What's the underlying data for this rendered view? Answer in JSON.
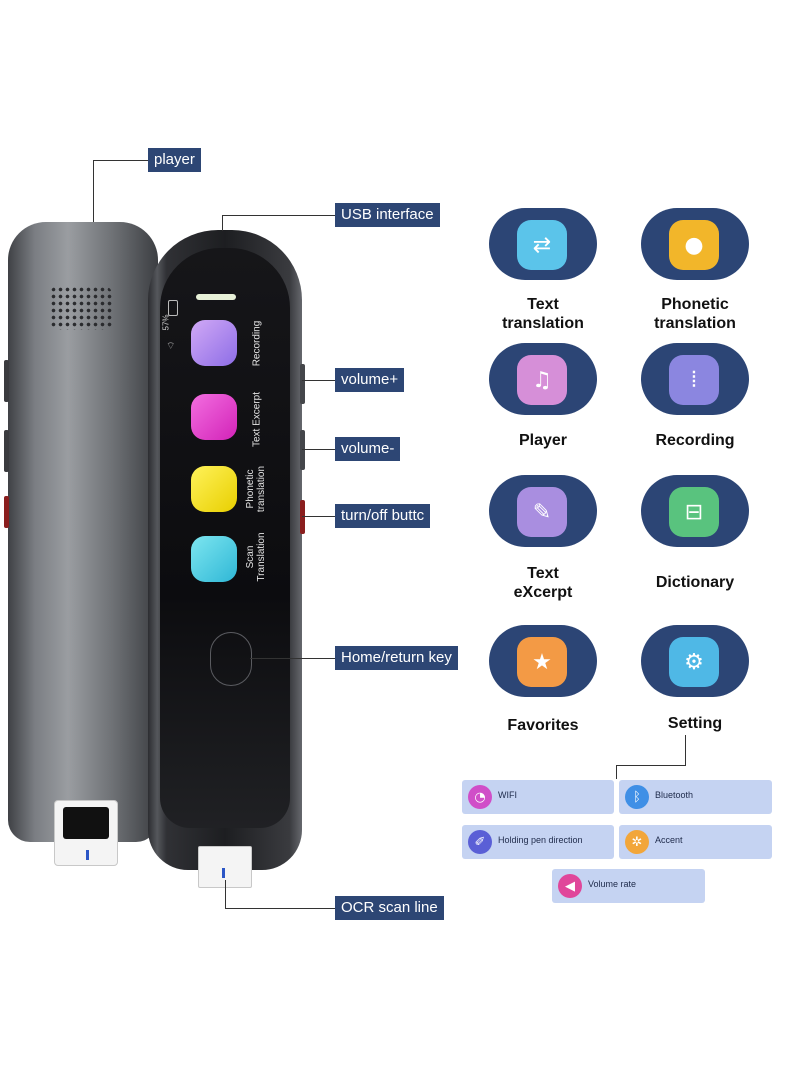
{
  "callouts": {
    "player": "player",
    "usb": "USB interface",
    "volume_up": "volume+",
    "volume_down": "volume-",
    "power": "turn/off buttc",
    "home": "Home/return key",
    "ocr": "OCR scan line"
  },
  "pen_screen": {
    "battery": "57%",
    "apps": [
      {
        "label": "Recording",
        "icon": "recording-icon",
        "color": "#a98ae8"
      },
      {
        "label": "Text Excerpt",
        "icon": "excerpt-icon",
        "color": "#e83fc3"
      },
      {
        "label": "Phonetic translation",
        "icon": "phonetic-icon",
        "color": "#f4e21a"
      },
      {
        "label": "Scan Translation",
        "icon": "scan-icon",
        "color": "#3fd0e0"
      }
    ]
  },
  "features": [
    {
      "label": "Text translation",
      "icon": "translate-icon",
      "color": "#5bc4ea"
    },
    {
      "label": "Phonetic translation",
      "icon": "microphone-icon",
      "color": "#f2b62a"
    },
    {
      "label": "Player",
      "icon": "music-note-icon",
      "color": "#d68fd8"
    },
    {
      "label": "Recording",
      "icon": "waveform-icon",
      "color": "#8b86e0"
    },
    {
      "label": "Text eXcerpt",
      "icon": "edit-icon",
      "color": "#a98ee0"
    },
    {
      "label": "Dictionary",
      "icon": "scan-book-icon",
      "color": "#59c37e"
    },
    {
      "label": "Favorites",
      "icon": "folder-star-icon",
      "color": "#f39a45"
    },
    {
      "label": "Setting",
      "icon": "gear-icon",
      "color": "#4fb8e6"
    }
  ],
  "settings": [
    {
      "label": "WIFI",
      "icon": "wifi-icon",
      "color": "#d04ec8"
    },
    {
      "label": "Bluetooth",
      "icon": "bluetooth-icon",
      "color": "#3f8fe6"
    },
    {
      "label": "Holding pen direction",
      "icon": "pen-icon",
      "color": "#5a5fd6"
    },
    {
      "label": "Accent",
      "icon": "accent-gear-icon",
      "color": "#f2a63a"
    },
    {
      "label": "Volume rate",
      "icon": "speaker-icon",
      "color": "#e0469a"
    }
  ]
}
